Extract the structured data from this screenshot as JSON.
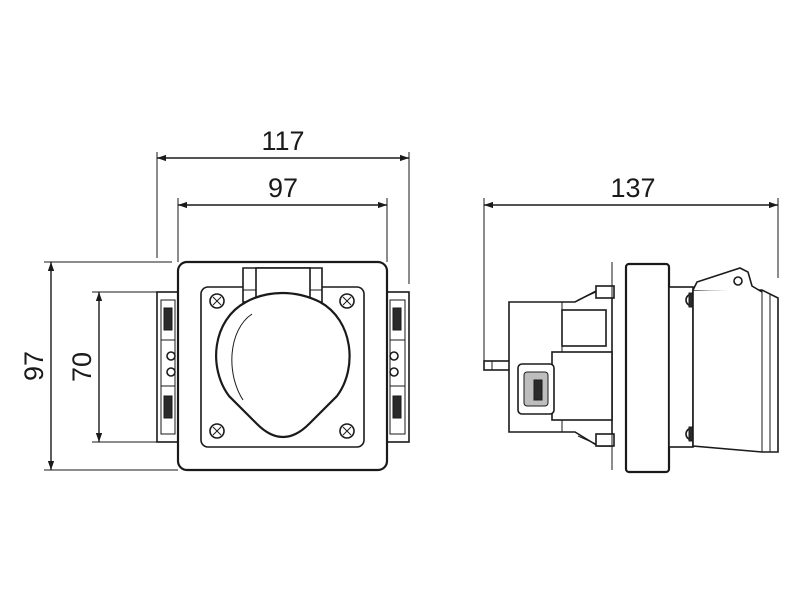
{
  "dimensions": {
    "front_overall_width": "117",
    "front_inner_width": "97",
    "front_overall_height": "97",
    "front_inner_height": "70",
    "side_depth": "137"
  },
  "colors": {
    "line": "#1a1a1a",
    "background": "#ffffff"
  }
}
